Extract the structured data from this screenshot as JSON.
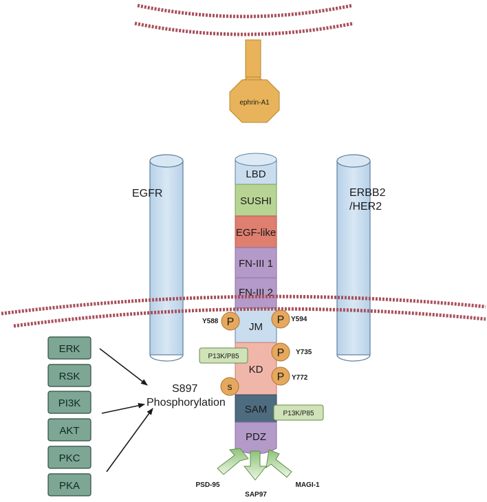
{
  "ligand": {
    "label": "ephrin-A1",
    "color": "#e8b35a"
  },
  "receptors": {
    "left": {
      "label": "EGFR"
    },
    "right": {
      "label_line1": "ERBB2",
      "label_line2": "/HER2"
    }
  },
  "domains": [
    {
      "label": "LBD",
      "color": "#c9ddef"
    },
    {
      "label": "SUSHI",
      "color": "#b8d494"
    },
    {
      "label": "EGF-like",
      "color": "#df7f6f"
    },
    {
      "label": "FN-III 1",
      "color": "#b49ac9"
    },
    {
      "label": "FN-III 2",
      "color": "#b49ac9"
    },
    {
      "label": "JM",
      "color": "#c9ddef"
    },
    {
      "label": "KD",
      "color": "#f1b6aa"
    },
    {
      "label": "SAM",
      "color": "#4e6c80"
    },
    {
      "label": "PDZ",
      "color": "#b49ac9"
    }
  ],
  "phospho": {
    "symbol": "P",
    "serine_symbol": "s"
  },
  "sites": {
    "y588": "Y588",
    "y594": "Y594",
    "y735": "Y735",
    "y772": "Y772"
  },
  "binders": {
    "kd": "P13K/P85",
    "sam": "P13K/P85"
  },
  "kinases": [
    "ERK",
    "RSK",
    "PI3K",
    "AKT",
    "PKC",
    "PKA"
  ],
  "event": {
    "line1": "S897",
    "line2": "Phosphorylation"
  },
  "outputs": [
    "PSD-95",
    "SAP97",
    "MAGI-1"
  ]
}
